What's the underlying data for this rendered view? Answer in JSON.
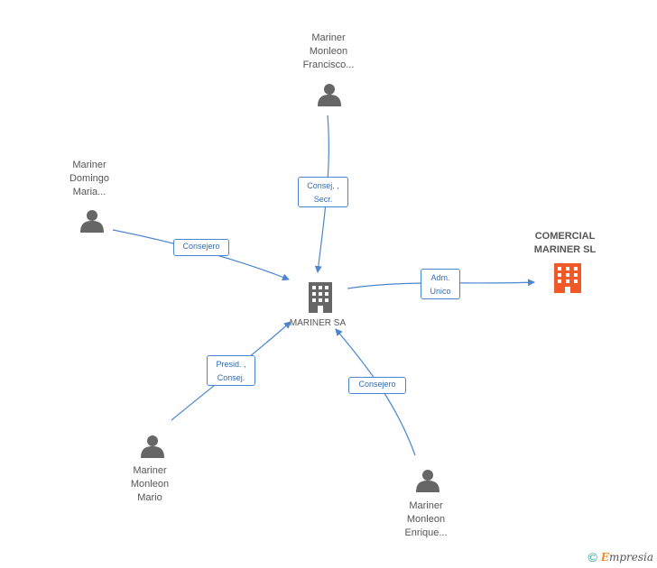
{
  "center": {
    "label": "MARINER SA"
  },
  "company": {
    "label_line1": "COMERCIAL",
    "label_line2": "MARINER SL",
    "color": "#f05a28"
  },
  "persons": [
    {
      "line1": "Mariner",
      "line2": "Monleon",
      "line3": "Francisco..."
    },
    {
      "line1": "Mariner",
      "line2": "Domingo",
      "line3": "Maria..."
    },
    {
      "line1": "Mariner",
      "line2": "Monleon",
      "line3": "Mario"
    },
    {
      "line1": "Mariner",
      "line2": "Monleon",
      "line3": "Enrique..."
    }
  ],
  "edges": {
    "francisco": {
      "line1": "Consej. ,",
      "line2": "Secr."
    },
    "domingo": {
      "line1": "Consejero"
    },
    "mario": {
      "line1": "Presid. ,",
      "line2": "Consej."
    },
    "enrique": {
      "line1": "Consejero"
    },
    "company": {
      "line1": "Adm.",
      "line2": "Unico"
    }
  },
  "footer": {
    "copyright": "©",
    "brand_initial": "E",
    "brand_rest": "mpresia"
  },
  "colors": {
    "edge": "#4a86d0",
    "person_icon": "#666666",
    "center_icon": "#666666"
  }
}
